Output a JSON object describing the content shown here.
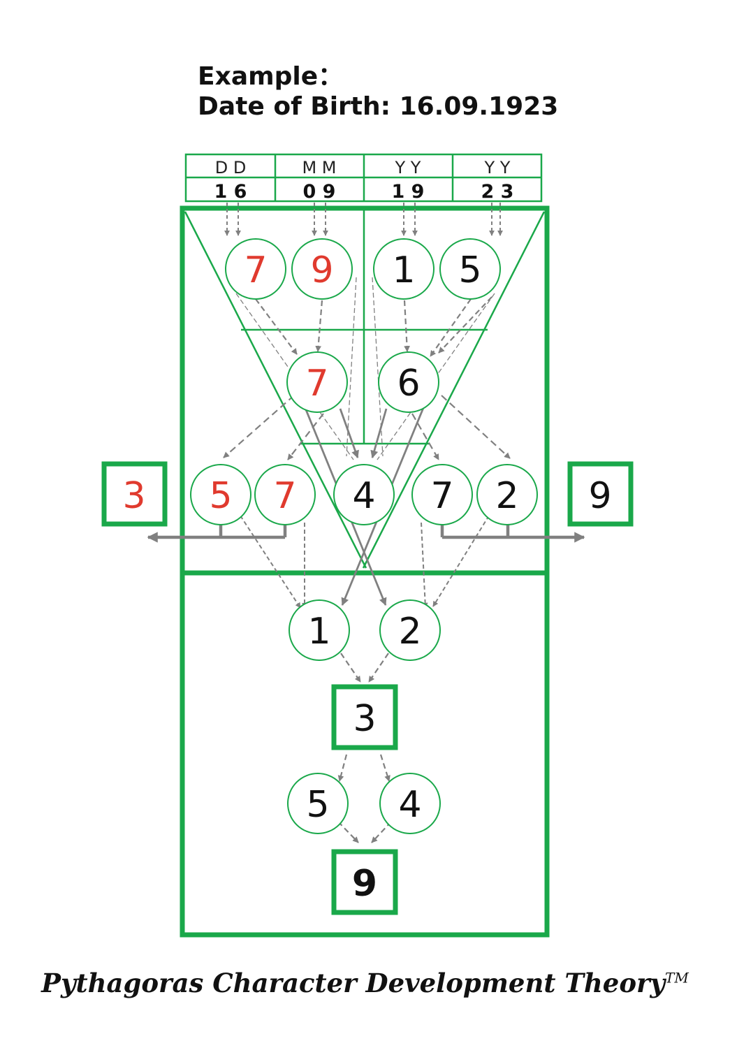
{
  "header": {
    "line1": "Example：",
    "line2": "Date of Birth: 16.09.1923"
  },
  "date_table": {
    "labels": [
      "D D",
      "M  M",
      "Y  Y",
      "Y  Y"
    ],
    "digits": [
      "1  6",
      "0  9",
      "1  9",
      "2  3"
    ]
  },
  "nodes": {
    "row1": [
      "7",
      "9",
      "1",
      "5"
    ],
    "row2": [
      "7",
      "6"
    ],
    "row3": [
      "5",
      "7",
      "4",
      "7",
      "2"
    ],
    "row4": [
      "1",
      "2"
    ],
    "row6": [
      "5",
      "4"
    ]
  },
  "boxes": {
    "left": "3",
    "right": "9",
    "middle": "3",
    "final": "9"
  },
  "colors": {
    "green": "#1aa84a",
    "red": "#e03a2e",
    "black": "#111111",
    "arrow": "#808080"
  },
  "footer": {
    "title": "Pythagoras Character Development Theory",
    "trademark": "TM"
  }
}
